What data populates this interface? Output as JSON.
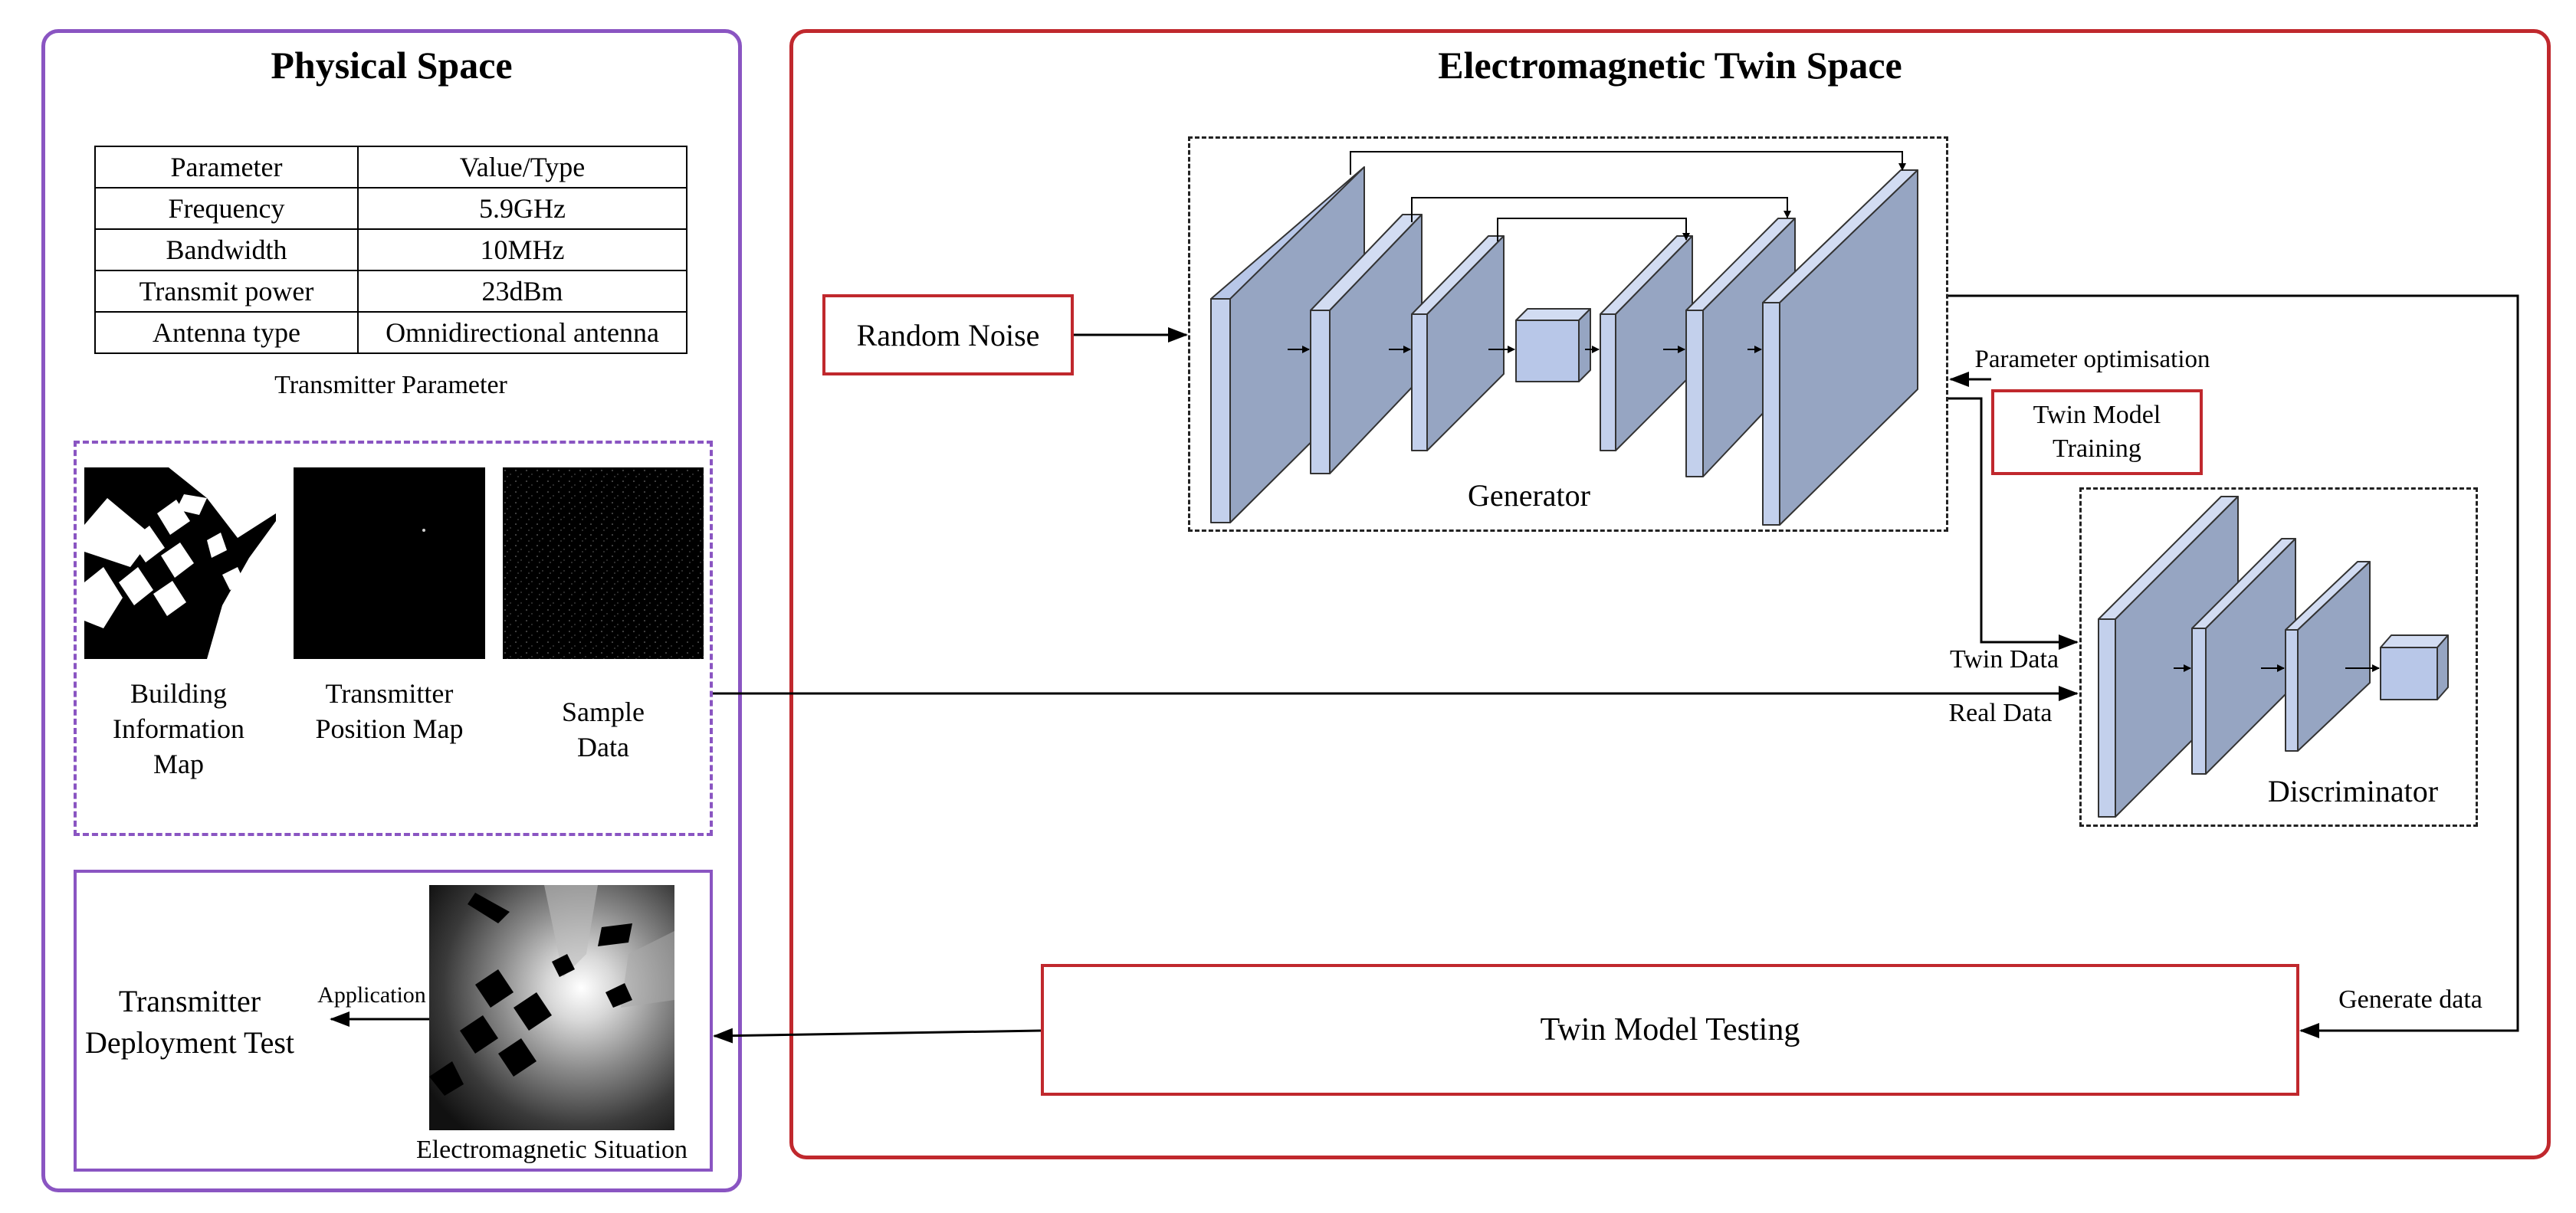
{
  "physical_space": {
    "title": "Physical Space",
    "table": {
      "headers": [
        "Parameter",
        "Value/Type"
      ],
      "rows": [
        [
          "Frequency",
          "5.9GHz"
        ],
        [
          "Bandwidth",
          "10MHz"
        ],
        [
          "Transmit power",
          "23dBm"
        ],
        [
          "Antenna type",
          "Omnidirectional antenna"
        ]
      ],
      "caption": "Transmitter Parameter"
    },
    "inputs": {
      "building_map": "Building Information Map",
      "transmitter_map": "Transmitter Position Map",
      "sample_data": "Sample Data"
    },
    "output": {
      "application": "Application",
      "deployment_test": "Transmitter Deployment Test",
      "situation": "Electromagnetic Situation"
    }
  },
  "twin_space": {
    "title": "Electromagnetic Twin Space",
    "random_noise": "Random Noise",
    "generator": "Generator",
    "discriminator": "Discriminator",
    "parameter_optimisation": "Parameter optimisation",
    "twin_model_training": "Twin Model Training",
    "twin_data": "Twin Data",
    "real_data": "Real Data",
    "twin_model_testing": "Twin Model Testing",
    "generate_data": "Generate data"
  },
  "colors": {
    "physical_border": "#8a55c2",
    "twin_border": "#c0282d",
    "block_front": "#96a5c2",
    "block_side": "#b8c7e8",
    "block_top": "#d2dcf2"
  }
}
